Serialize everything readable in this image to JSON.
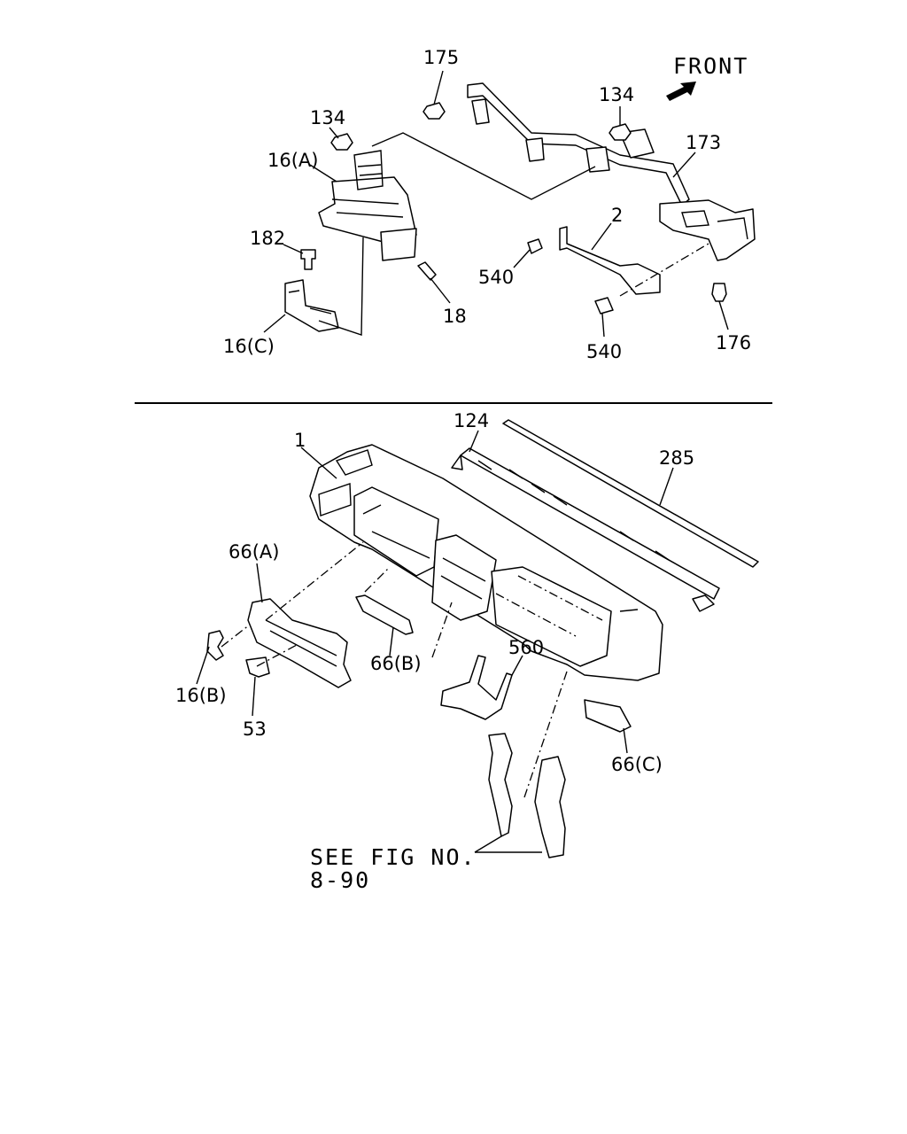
{
  "front_label": "FRONT",
  "see_fig": {
    "line1": "SEE FIG NO.",
    "line2": "8-90"
  },
  "labels": {
    "p175": "175",
    "p134a": "134",
    "p134b": "134",
    "p173": "173",
    "p16a": "16(A)",
    "p182": "182",
    "p16c": "16(C)",
    "p18": "18",
    "p2": "2",
    "p540a": "540",
    "p540b": "540",
    "p176": "176",
    "p1": "1",
    "p124": "124",
    "p285": "285",
    "p66a": "66(A)",
    "p16b": "16(B)",
    "p53": "53",
    "p66b": "66(B)",
    "p560": "560",
    "p66c": "66(C)"
  }
}
